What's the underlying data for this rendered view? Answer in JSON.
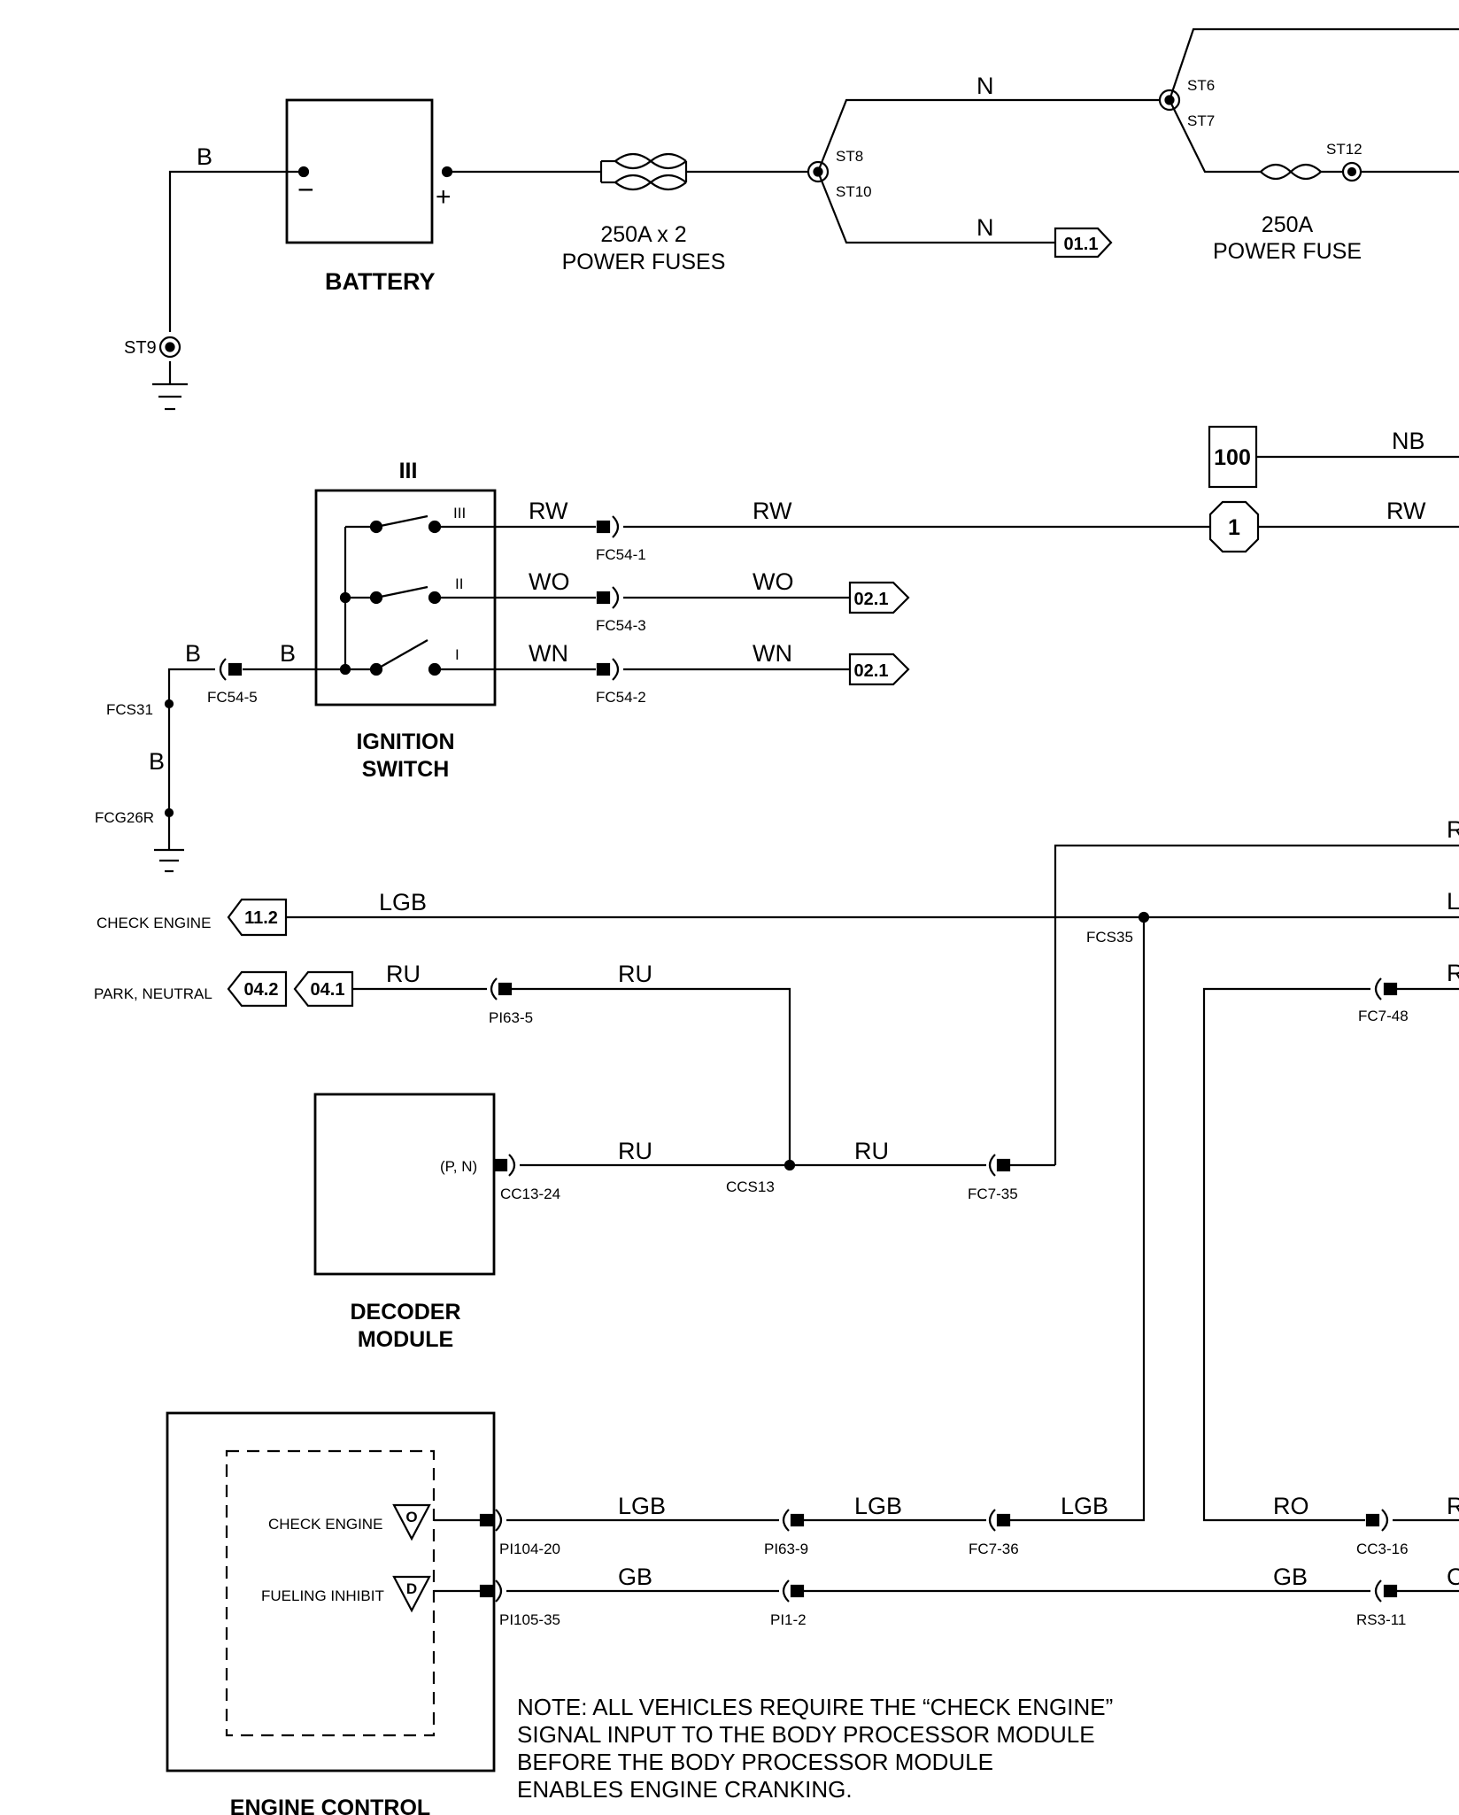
{
  "power": {
    "battery_label": "BATTERY",
    "battery_minus": "−",
    "battery_plus": "+",
    "wire_b": "B",
    "st9": "ST9",
    "fuses_rating": "250A x 2",
    "fuses_label": "POWER FUSES",
    "st8": "ST8",
    "st10": "ST10",
    "wire_n_top": "N",
    "wire_n_bottom": "N",
    "ref_01_1": "01.1",
    "st6": "ST6",
    "st7": "ST7",
    "st12": "ST12",
    "fuse_rating": "250A",
    "fuse_label": "POWER FUSE"
  },
  "ignition": {
    "position_label": "III",
    "pos_iii": "III",
    "pos_ii": "II",
    "pos_i": "I",
    "title_line1": "IGNITION",
    "title_line2": "SWITCH",
    "rw": "RW",
    "wo": "WO",
    "wn": "WN",
    "fc54_1": "FC54-1",
    "fc54_3": "FC54-3",
    "fc54_2": "FC54-2",
    "fc54_5": "FC54-5",
    "ref_02_1a": "02.1",
    "ref_02_1b": "02.1",
    "ref_100": "100",
    "ref_1": "1",
    "nb": "NB",
    "b_left": "B",
    "b_right": "B",
    "b_ground": "B",
    "fcs31": "FCS31",
    "fcg26r": "FCG26R"
  },
  "signals": {
    "check_engine": "CHECK ENGINE",
    "ref_11_2": "11.2",
    "lgb": "LGB",
    "fcs35": "FCS35",
    "park_neutral": "PARK, NEUTRAL",
    "ref_04_2": "04.2",
    "ref_04_1": "04.1",
    "ru": "RU",
    "pi63_5": "PI63-5",
    "fc7_48": "FC7-48",
    "edge_r": "R",
    "edge_l": "L"
  },
  "decoder": {
    "pin_label": "(P, N)",
    "cc13_24": "CC13-24",
    "ccs13": "CCS13",
    "fc7_35": "FC7-35",
    "ru": "RU",
    "title_line1": "DECODER",
    "title_line2": "MODULE"
  },
  "ecm": {
    "check_engine": "CHECK ENGINE",
    "fueling_inhibit": "FUELING INHIBIT",
    "pin_o": "O",
    "pin_d": "D",
    "pi104_20": "PI104-20",
    "pi105_35": "PI105-35",
    "pi63_9": "PI63-9",
    "fc7_36": "FC7-36",
    "pi1_2": "PI1-2",
    "cc3_16": "CC3-16",
    "rs3_11": "RS3-11",
    "lgb": "LGB",
    "gb": "GB",
    "ro": "RO",
    "edge_r": "R",
    "edge_c": "C",
    "title_partial": "ENGINE CONTROL"
  },
  "note": {
    "line1": "NOTE: ALL VEHICLES REQUIRE THE “CHECK ENGINE”",
    "line2": "SIGNAL INPUT TO THE BODY PROCESSOR MODULE",
    "line3": "BEFORE THE BODY PROCESSOR MODULE",
    "line4": "ENABLES ENGINE CRANKING."
  }
}
